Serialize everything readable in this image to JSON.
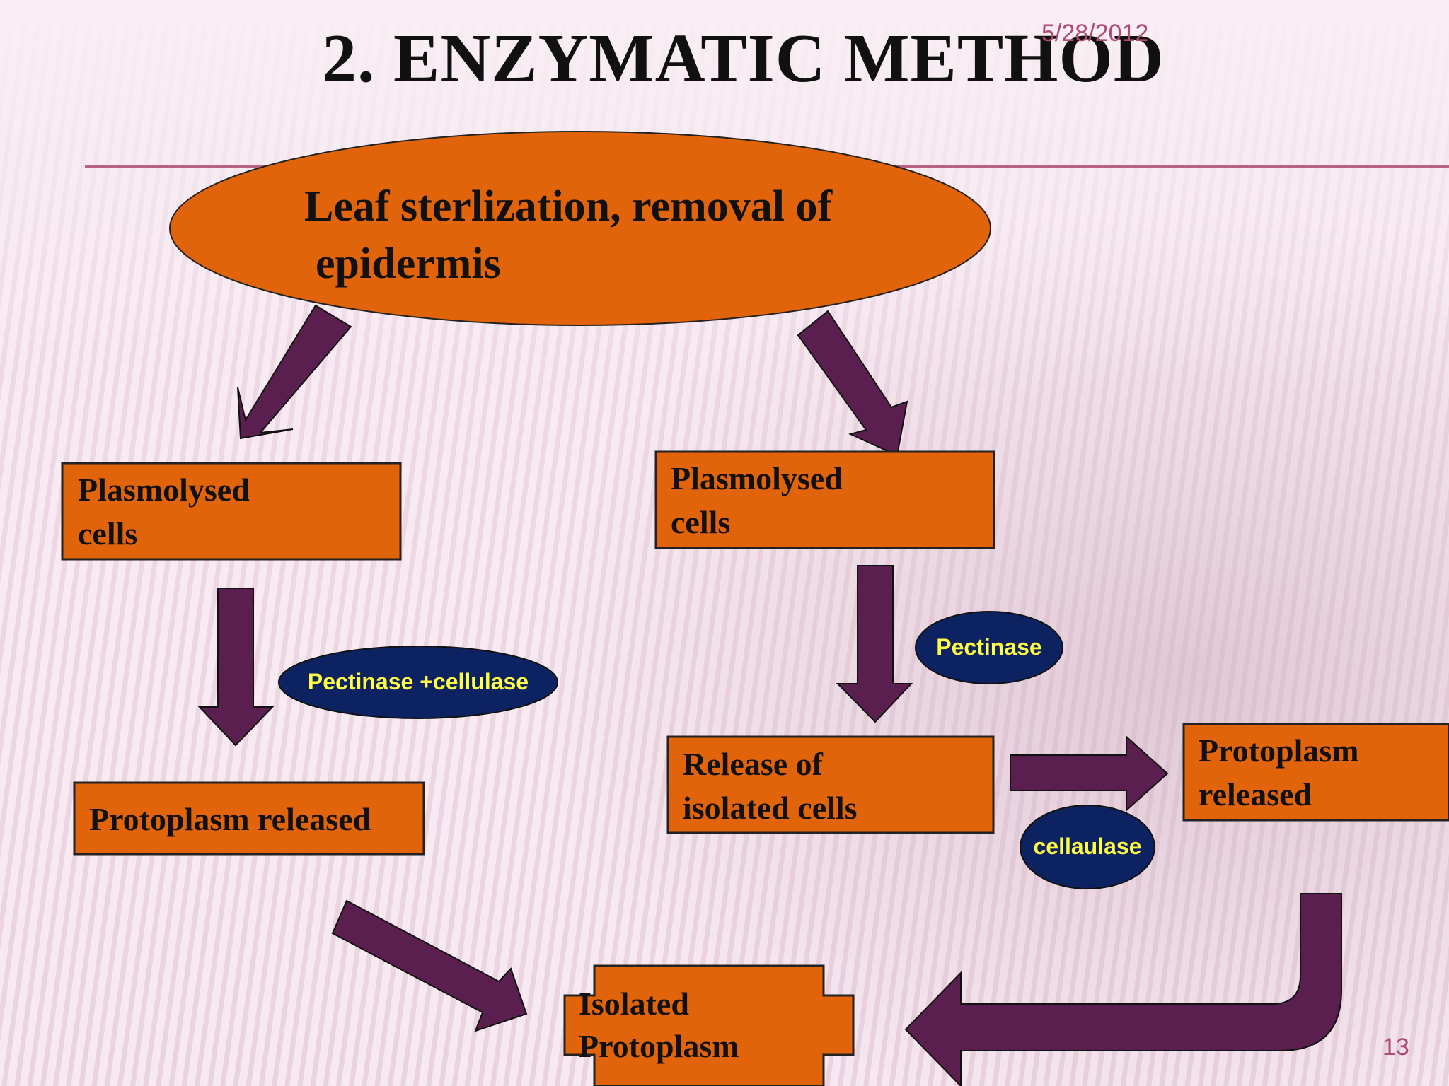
{
  "slide": {
    "title": "2. ENZYMATIC METHOD",
    "date": "5/28/2012",
    "page_number": "13"
  },
  "diagram": {
    "start": {
      "label_line1": "Leaf sterlization, removal of",
      "label_line2": "epidermis"
    },
    "left_branch": {
      "step1": {
        "line1": "Plasmolysed",
        "line2": "cells"
      },
      "enzyme": "Pectinase +cellulase",
      "step2": "Protoplasm released"
    },
    "right_branch": {
      "step1": {
        "line1": "Plasmolysed",
        "line2": "cells"
      },
      "enzyme1": "Pectinase",
      "step2": {
        "line1": "Release of",
        "line2": "isolated cells"
      },
      "enzyme2": "cellaulase",
      "step3": {
        "line1": "Protoplasm",
        "line2": "released"
      }
    },
    "result": {
      "line1": "Isolated",
      "line2": "Protoplasm"
    }
  },
  "colors": {
    "box_fill": "#e2640a",
    "arrow_fill": "#5b1f4f",
    "enzyme_fill": "#0d2260",
    "enzyme_text": "#ffff44",
    "accent_line": "#b04a6e",
    "background": "#f6e6ef"
  }
}
